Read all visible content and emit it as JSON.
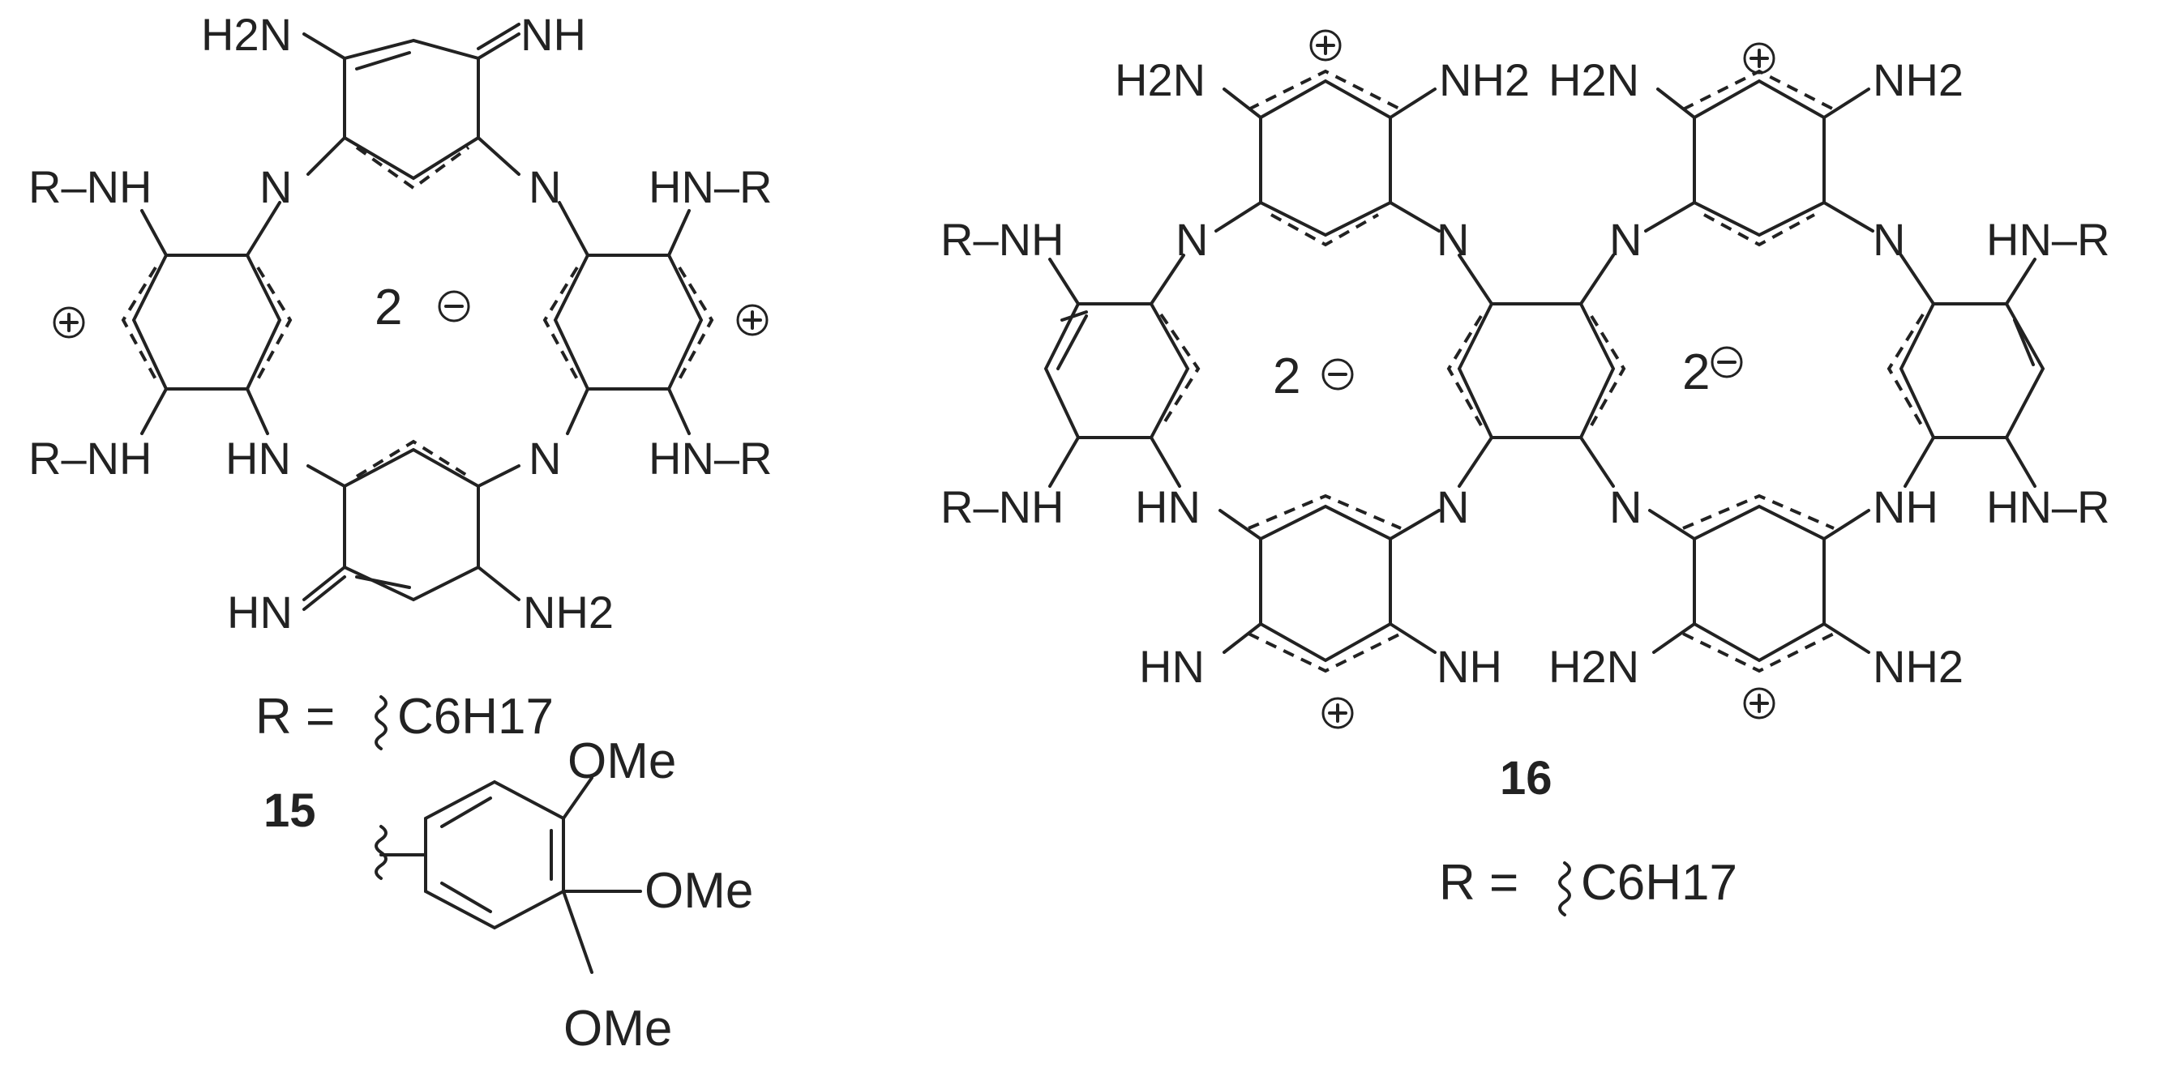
{
  "compound15": {
    "number": "15",
    "center_charge": "2",
    "labels": {
      "top_left": "H2N",
      "top_right": "NH",
      "nw": "R–NH",
      "n_left": "N",
      "n_right": "N",
      "ne": "HN–R",
      "sw": "R–NH",
      "hn_left": "HN",
      "n_bottom_right": "N",
      "se": "HN–R",
      "bottom_left": "HN",
      "bottom_right": "NH2"
    },
    "r_def": "R =",
    "r_chain": "C6H17",
    "aryl_substituents": [
      "OMe",
      "OMe",
      "OMe"
    ]
  },
  "compound16": {
    "number": "16",
    "center_charges": [
      "2",
      "2"
    ],
    "labels": {
      "top1_left": "H2N",
      "top1_right": "NH2",
      "top2_left": "H2N",
      "top2_right": "NH2",
      "left_top": "R–NH",
      "left_bottom": "R–NH",
      "right_top": "HN–R",
      "right_bottom": "HN–R",
      "n1": "N",
      "n2": "N",
      "n3": "N",
      "n4": "N",
      "hn_bl": "HN",
      "n_b2": "N",
      "n_b3": "N",
      "nh_b4": "NH",
      "bot1_left": "HN",
      "bot1_right": "NH",
      "bot2_left": "H2N",
      "bot2_right": "NH2"
    },
    "r_def": "R =",
    "r_chain": "C6H17"
  }
}
